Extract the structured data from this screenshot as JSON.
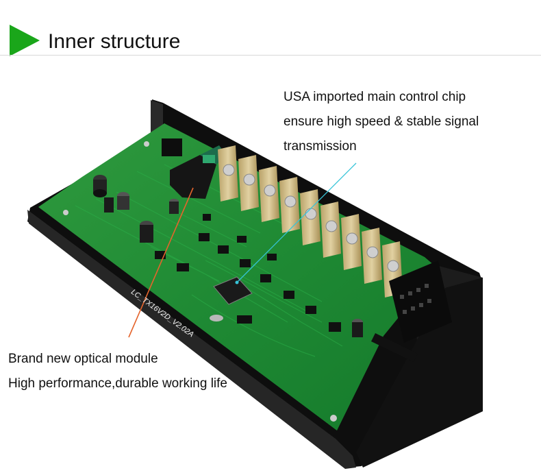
{
  "header": {
    "title": "Inner structure",
    "accent_color": "#1aa61a",
    "icon": "play-triangle-icon"
  },
  "callouts": {
    "chip": {
      "line1": "USA imported main control chip",
      "line2": "ensure high speed & stable signal",
      "line3": "transmission",
      "leader_color": "#37c4d8"
    },
    "optical": {
      "line1": "Brand new optical module",
      "line2": "High performance,durable working life",
      "leader_color": "#e4642c"
    }
  },
  "board": {
    "silkscreen": "LC_TX16V2D_V2.02A"
  }
}
